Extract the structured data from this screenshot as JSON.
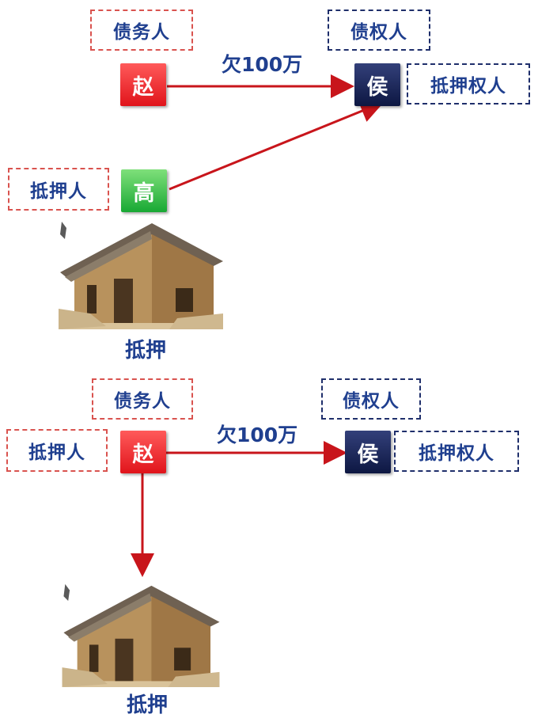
{
  "top": {
    "debtor_role": "债务人",
    "creditor_role": "债权人",
    "mortgagee_role": "抵押权人",
    "mortgagor_role": "抵押人",
    "node_debtor": "赵",
    "node_creditor": "侯",
    "node_mortgagor": "高",
    "edge_label": "欠100万",
    "collateral_caption": "抵押"
  },
  "bottom": {
    "debtor_role": "债务人",
    "mortgagor_role": "抵押人",
    "creditor_role": "债权人",
    "mortgagee_role": "抵押权人",
    "node_debtor": "赵",
    "node_creditor": "侯",
    "edge_label": "欠100万",
    "collateral_caption": "抵押"
  },
  "colors": {
    "red": "#e0141b",
    "green": "#18a834",
    "navy": "#0d1742",
    "label_blue": "#1f3f8f",
    "arrow": "#c8151b"
  },
  "icons": [
    "house-image"
  ]
}
